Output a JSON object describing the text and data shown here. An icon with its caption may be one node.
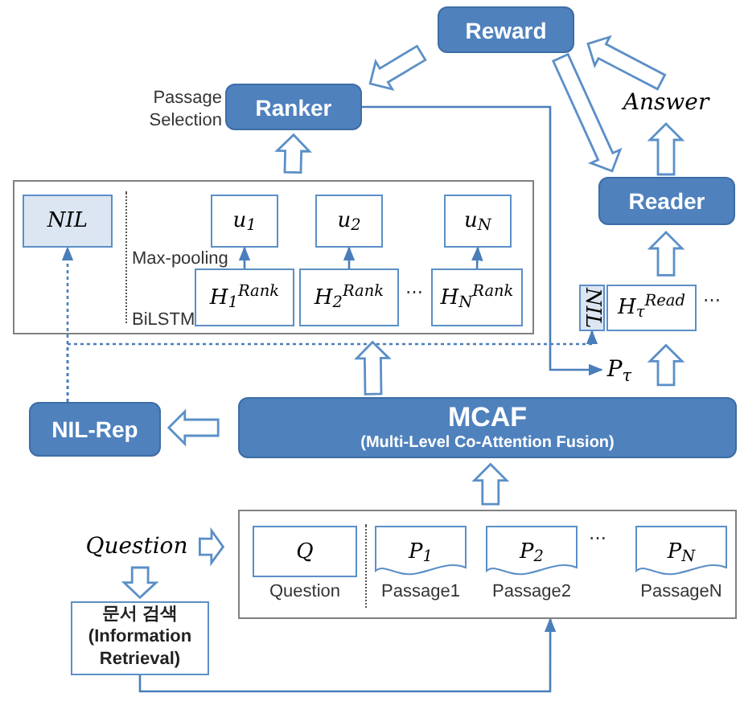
{
  "diagram": {
    "nodes": [
      {
        "text": [
          "Reward"
        ]
      },
      {
        "text": [
          "Ranker"
        ],
        "beside": [
          "Passage Selection"
        ]
      },
      {
        "text": [
          "Answer"
        ]
      },
      {
        "text": [
          "Reader"
        ]
      },
      {
        "text": [],
        "shape": "box"
      },
      {
        "text": [
          "NIL"
        ],
        "in": 4
      },
      {
        "text": [
          "u$_{1}$"
        ],
        "in": 4
      },
      {
        "text": [
          "u$_{2}$"
        ],
        "in": 4
      },
      {
        "text": [
          "u$_{N}$"
        ],
        "in": 4
      },
      {
        "text": [
          "H$_{1}$$^{Rank}$"
        ],
        "in": 4
      },
      {
        "text": [
          "H$_{2}$$^{Rank}$"
        ],
        "in": 4
      },
      {
        "text": [
          "H$_{N}$$^{Rank}$"
        ],
        "in": 4
      },
      {
        "text": [
          "NIL"
        ]
      },
      {
        "text": [
          "H$_{τ}$$^{Read}$"
        ]
      },
      {
        "text": [
          "P$_{τ}$"
        ]
      },
      {
        "text": [
          "NIL-Rep"
        ]
      },
      {
        "text": [
          "MCAF",
          "(Multi-Level Co-Attention Fusion)"
        ]
      },
      {
        "text": [
          "Question"
        ]
      },
      {
        "text": [],
        "shape": "box"
      },
      {
        "text": [
          "Q"
        ],
        "in": 18,
        "beside": [
          "Question"
        ]
      },
      {
        "text": [
          "P$_{1}$"
        ],
        "in": 18,
        "beside": [
          "Passage1"
        ]
      },
      {
        "text": [
          "P$_{2}$"
        ],
        "in": 18,
        "beside": [
          "Passage2"
        ]
      },
      {
        "text": [
          "P$_{N}$"
        ],
        "in": 18,
        "beside": [
          "PassageN"
        ]
      },
      {
        "text": [
          "문서 검색",
          "(Information Retrieval)"
        ]
      }
    ],
    "edges": [
      {
        "from": 0,
        "to": 1,
        "arrow": "to",
        "style": "thick"
      },
      {
        "from": 0,
        "to": 3,
        "arrow": "to",
        "style": "thick"
      },
      {
        "from": 2,
        "to": 0,
        "arrow": "to",
        "style": "thick"
      },
      {
        "from": 3,
        "to": 2,
        "arrow": "to",
        "style": "thick"
      },
      {
        "from": 4,
        "to": 1,
        "arrow": "to",
        "style": "thick"
      },
      {
        "from": 1,
        "to": 14,
        "arrow": "to"
      },
      {
        "from": 9,
        "to": 6,
        "arrow": "to"
      },
      {
        "from": 10,
        "to": 7,
        "arrow": "to"
      },
      {
        "from": 11,
        "to": 8,
        "arrow": "to"
      },
      {
        "from": 15,
        "to": 5,
        "arrow": "to",
        "style": "dashed"
      },
      {
        "from": 15,
        "to": 12,
        "arrow": "to",
        "style": "dashed"
      },
      {
        "from": 16,
        "to": 15,
        "arrow": "to",
        "style": "thick"
      },
      {
        "from": 16,
        "to": 4,
        "arrow": "to",
        "style": "thick"
      },
      {
        "from": 16,
        "to": 13,
        "arrow": "to",
        "style": "thick"
      },
      {
        "from": 13,
        "to": 3,
        "arrow": "to",
        "style": "thick"
      },
      {
        "from": 18,
        "to": 16,
        "arrow": "to",
        "style": "thick"
      },
      {
        "from": 17,
        "to": 18,
        "arrow": "to",
        "style": "thick"
      },
      {
        "from": 17,
        "to": 23,
        "arrow": "to",
        "style": "thick"
      },
      {
        "from": 23,
        "to": 18,
        "arrow": "to"
      }
    ],
    "labels": [
      "Max-pooling",
      "BiLSTM",
      "⋯",
      "⋯",
      "⋯"
    ]
  }
}
